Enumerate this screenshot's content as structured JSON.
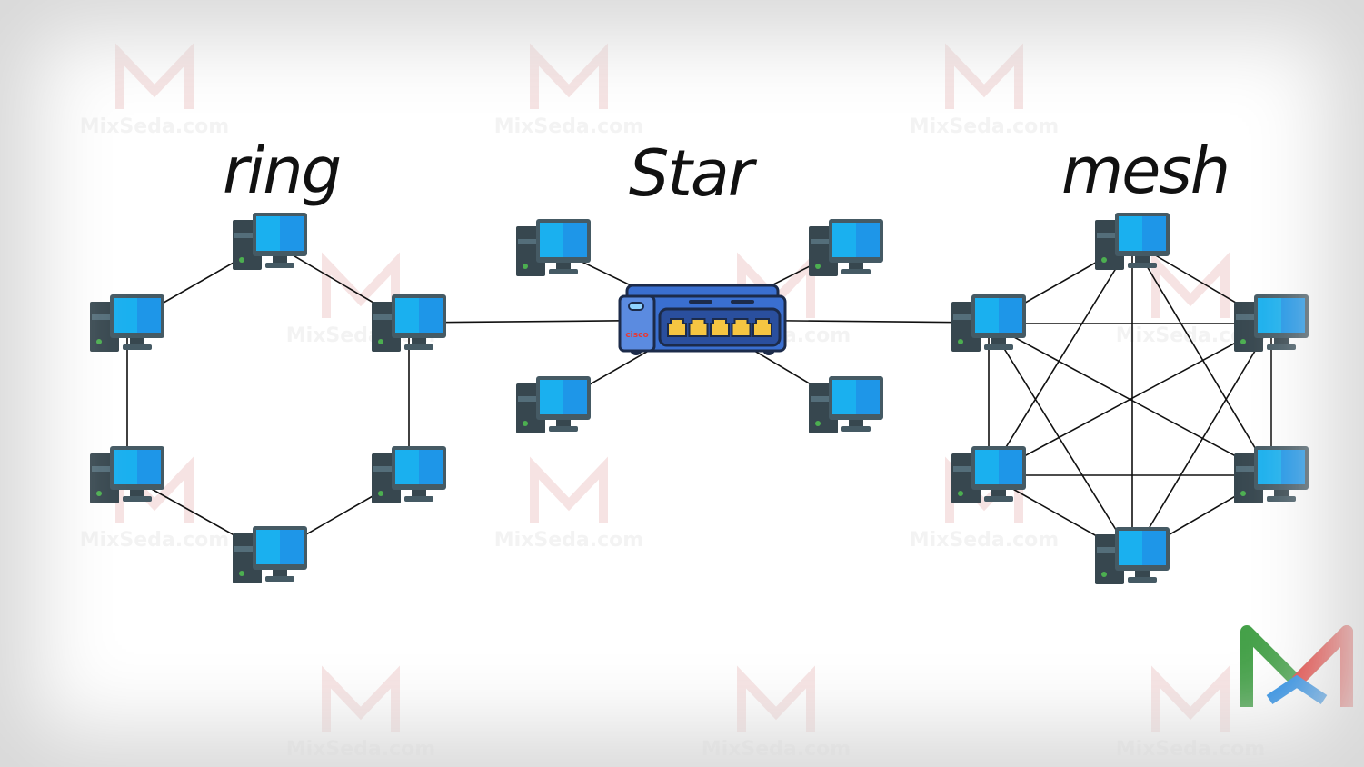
{
  "titles": {
    "ring": "ring",
    "star": "Star",
    "mesh": "mesh"
  },
  "switch": {
    "brand": "cisco",
    "ports": 5
  },
  "watermark": {
    "text": "MixSeda.com"
  },
  "colors": {
    "screen": "#1ab0ef",
    "screen_dark": "#1e96e8",
    "frame": "#455a64",
    "tower": "#37474f",
    "switch_body": "#3a6fd0",
    "port": "#f5c542",
    "brand": "#e53935"
  }
}
